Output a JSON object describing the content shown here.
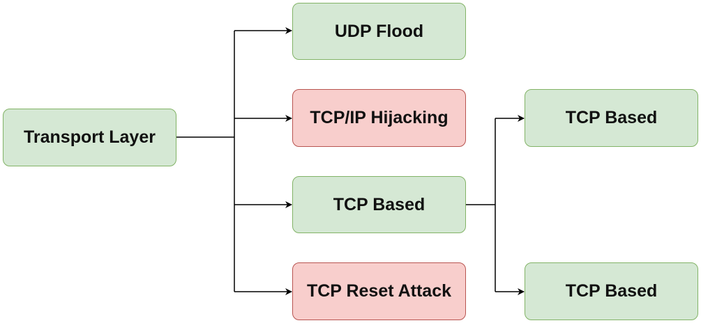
{
  "nodes": {
    "transport": "Transport Layer",
    "udp_flood": "UDP Flood",
    "tcpip_hijacking": "TCP/IP Hijacking",
    "tcp_based_middle": "TCP Based",
    "tcp_reset": "TCP Reset Attack",
    "tcp_based_top_right": "TCP Based",
    "tcp_based_bottom_right": "TCP Based"
  },
  "colors": {
    "ok_fill": "#d5e8d4",
    "ok_border": "#82b366",
    "risk_fill": "#f8cecc",
    "risk_border": "#b85450",
    "connector": "#000000"
  }
}
